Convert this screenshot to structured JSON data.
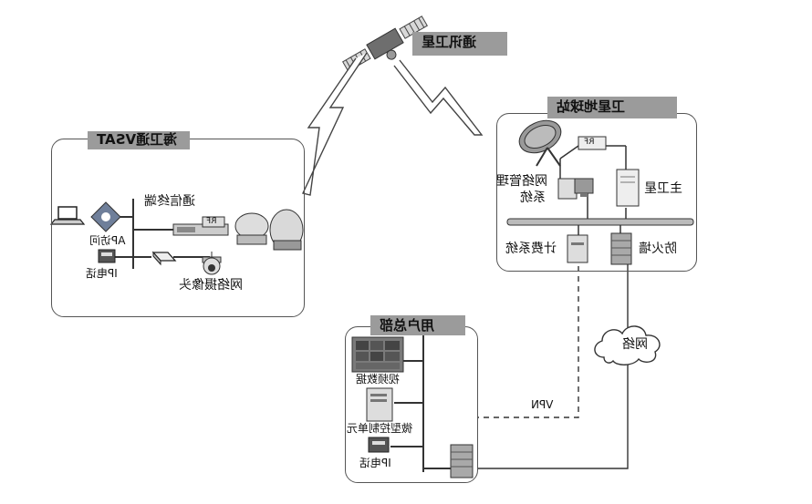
{
  "satellite": {
    "label": "通讯卫星"
  },
  "vsat": {
    "title": "海卫通VSAT",
    "terminal_label": "通信终端",
    "rf_label": "RF",
    "ap_label": "AP访问",
    "ip_phone_label": "IP电话",
    "camera_label": "网络摄像头"
  },
  "ground_station": {
    "title": "卫星地球站",
    "rf_label": "RF",
    "nms_label_line1": "网络管理",
    "nms_label_line2": "系统",
    "master_label": "主卫星",
    "billing_label": "计费系统",
    "firewall_label": "防火墙"
  },
  "network": {
    "label": "网络"
  },
  "vpn": {
    "label": "VPN"
  },
  "hq": {
    "title": "用户总部",
    "video_label": "视频数据",
    "controller_label": "微型控制单元",
    "ip_phone_label": "IP电话"
  }
}
